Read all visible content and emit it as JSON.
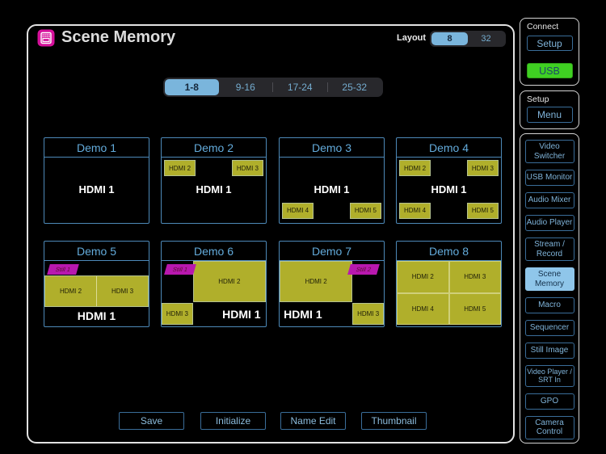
{
  "panel": {
    "title": "Scene Memory"
  },
  "layout_switch": {
    "label": "Layout",
    "options": [
      "8",
      "32"
    ],
    "selected": "8"
  },
  "bank_tabs": {
    "options": [
      "1-8",
      "9-16",
      "17-24",
      "25-32"
    ],
    "selected": "1-8"
  },
  "scenes": [
    {
      "name": "Demo 1",
      "type": "single",
      "main": "HDMI 1",
      "pinp": []
    },
    {
      "name": "Demo 2",
      "type": "single",
      "main": "HDMI 1",
      "pinp": [
        {
          "label": "HDMI 2",
          "pos": "tl"
        },
        {
          "label": "HDMI 3",
          "pos": "tr"
        }
      ]
    },
    {
      "name": "Demo 3",
      "type": "single",
      "main": "HDMI 1",
      "pinp": [
        {
          "label": "HDMI 4",
          "pos": "bl"
        },
        {
          "label": "HDMI 5",
          "pos": "br"
        }
      ]
    },
    {
      "name": "Demo 4",
      "type": "single",
      "main": "HDMI 1",
      "pinp": [
        {
          "label": "HDMI 2",
          "pos": "tl"
        },
        {
          "label": "HDMI 3",
          "pos": "tr"
        },
        {
          "label": "HDMI 4",
          "pos": "bl"
        },
        {
          "label": "HDMI 5",
          "pos": "br"
        }
      ]
    },
    {
      "name": "Demo 5",
      "type": "band",
      "main": "HDMI 1",
      "still": {
        "label": "Still 1",
        "pos": "tl"
      },
      "band": [
        "HDMI 2",
        "HDMI 3"
      ]
    },
    {
      "name": "Demo 6",
      "type": "big-right",
      "main": "HDMI 1",
      "still": {
        "label": "Still 1",
        "pos": "tl"
      },
      "big": "HDMI 2",
      "corner": {
        "label": "HDMI 3",
        "pos": "bl"
      }
    },
    {
      "name": "Demo 7",
      "type": "big-left",
      "main": "HDMI 1",
      "still": {
        "label": "Still 2",
        "pos": "tr"
      },
      "big": "HDMI 2",
      "corner": {
        "label": "HDMI 3",
        "pos": "br"
      }
    },
    {
      "name": "Demo 8",
      "type": "quad",
      "cells": [
        "HDMI 2",
        "HDMI 3",
        "HDMI 4",
        "HDMI 5"
      ]
    }
  ],
  "actions": [
    "Save",
    "Initialize",
    "Name Edit",
    "Thumbnail"
  ],
  "sidebar": {
    "connect": {
      "label": "Connect",
      "setup_button": "Setup",
      "usb_button": "USB"
    },
    "setup": {
      "label": "Setup",
      "menu_button": "Menu"
    },
    "nav": [
      {
        "label": "Video Switcher"
      },
      {
        "label": "USB Monitor"
      },
      {
        "label": "Audio Mixer"
      },
      {
        "label": "Audio Player"
      },
      {
        "label": "Stream / Record"
      },
      {
        "label": "Scene Memory",
        "active": true
      },
      {
        "label": "Macro"
      },
      {
        "label": "Sequencer"
      },
      {
        "label": "Still Image"
      },
      {
        "label": "Video Player / SRT In",
        "small": true
      },
      {
        "label": "GPO"
      },
      {
        "label": "Camera Control"
      }
    ]
  },
  "colors": {
    "accent_blue": "#7ab5dc",
    "blue_text": "#74accf",
    "button_border": "#3a6d99",
    "card_border": "#4d89b8",
    "card_title_text": "#63abdb",
    "pinp_yellow": "#b0af2b",
    "still_magenta": "#b818ae",
    "usb_green": "#3fd022",
    "active_nav_bg": "#8fc6ea",
    "icon_magenta": "#d6119b"
  }
}
